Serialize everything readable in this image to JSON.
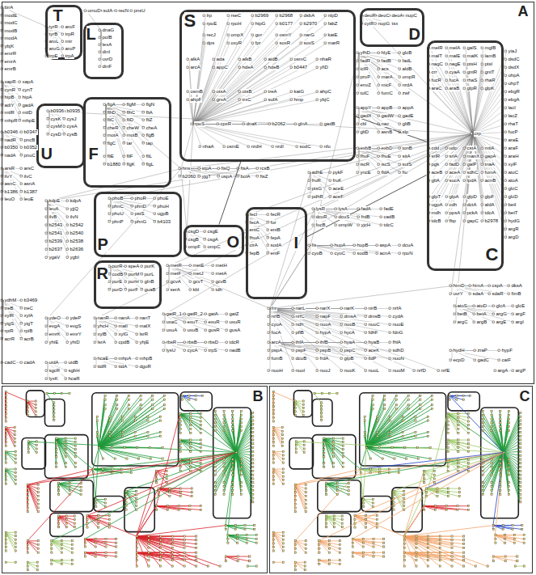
{
  "diagram": {
    "nodes": [
      {
        "text": [
          "A"
        ]
      },
      {
        "text": [
          "T"
        ],
        "in": 0
      },
      {
        "text": [
          "L"
        ],
        "in": 0
      },
      {
        "text": [
          "S"
        ],
        "in": 0
      },
      {
        "text": [
          "D"
        ],
        "in": 0
      },
      {
        "text": [
          "C"
        ],
        "in": 0
      },
      {
        "text": [
          "U"
        ],
        "in": 0
      },
      {
        "text": [
          "F"
        ],
        "in": 0
      },
      {
        "text": [
          "P"
        ],
        "in": 0
      },
      {
        "text": [
          "O"
        ],
        "in": 0
      },
      {
        "text": [
          "I"
        ],
        "in": 0
      },
      {
        "text": [
          "R"
        ],
        "in": 0
      },
      {
        "text": [
          "B"
        ]
      },
      {
        "text": [
          "C"
        ]
      }
    ],
    "edges": [
      {
        "from": 5,
        "to": 3,
        "arrow": "none"
      },
      {
        "from": 5,
        "to": 10,
        "arrow": "none"
      },
      {
        "from": 3,
        "to": 9,
        "arrow": "none"
      }
    ],
    "labels": [
      "birA",
      "modE",
      "modC",
      "modB",
      "modA",
      "ybjK",
      "emrR",
      "emrA",
      "emrB",
      "xapR",
      "xapA",
      "cynR",
      "cynT",
      "hipB",
      "hipA",
      "adiY",
      "gadA",
      "mtlR",
      "mtlD",
      "mhpR",
      "mhpE",
      "b0346",
      "b0347",
      "nadR",
      "pncB",
      "b0350",
      "b0352",
      "nadA",
      "pnuC",
      "arsR",
      "arsC",
      "ilvY",
      "ilvC",
      "asnC",
      "asnA",
      "b1386",
      "b1387",
      "leuO",
      "leuE",
      "ydhM",
      "b3469",
      "treB",
      "treC",
      "xylR",
      "xylA",
      "yigS",
      "yigT",
      "rpiR",
      "rpiB",
      "acrR",
      "acrB",
      "cadC",
      "cadA",
      "umuD",
      "sulA",
      "recN",
      "pnsU",
      "tyrR",
      "aroF",
      "tyrB",
      "trpR",
      "aroL",
      "mtr",
      "aroG",
      "aroP",
      "trpE",
      "trpA",
      "dnaG",
      "polB",
      "lexA",
      "dinI",
      "uvrD",
      "dinF",
      "b0936",
      "b0935",
      "cysK",
      "cysJ",
      "cysM",
      "cysA",
      "cysD",
      "cysB",
      "flgA",
      "flgM",
      "flgN",
      "flhD",
      "flhC",
      "fliA",
      "fliC",
      "fliD",
      "fliZ",
      "cheR",
      "cheW",
      "cheA",
      "motA",
      "motB",
      "flgB",
      "flgC",
      "tar",
      "tap",
      "fliE",
      "fliF",
      "fliL",
      "b1880",
      "flgK",
      "flgL",
      "lrp",
      "rseC",
      "b2969",
      "b2968",
      "dsbA",
      "nlpD",
      "rpoE",
      "rpoH",
      "htpG",
      "b0177",
      "b2970",
      "fabZ",
      "recJ",
      "ompX",
      "gor",
      "osmY",
      "narG",
      "katE",
      "dps",
      "oxyR",
      "fpr",
      "soxR",
      "soxS",
      "marR",
      "alkA",
      "ada",
      "alkB",
      "aidB",
      "osmC",
      "nhaR",
      "arcA",
      "appC",
      "hdeA",
      "hdeB",
      "b0447",
      "yfiD",
      "osmB",
      "otsA",
      "otsB",
      "treA",
      "katG",
      "ahpC",
      "ahpF",
      "grxA",
      "trxC",
      "sufA",
      "hmp",
      "ybjC",
      "rpoS",
      "cpxR",
      "dnaK",
      "b2062",
      "glnA",
      "gadB",
      "nhaA",
      "osmE",
      "nrdH",
      "nrdI",
      "sodC",
      "nfo",
      "deoR",
      "deoC",
      "deoA",
      "nupC",
      "cytR",
      "nupG",
      "tsx",
      "melR",
      "melA",
      "galS",
      "mglB",
      "malT",
      "malE",
      "malK",
      "lamB",
      "nagC",
      "nagE",
      "ptsH",
      "ptsI",
      "crr",
      "cyaA",
      "gntR",
      "gntT",
      "fucR",
      "fucA",
      "rhaS",
      "rhaR",
      "araC",
      "araB",
      "glpR",
      "glpK",
      "cdd",
      "udp",
      "cstA",
      "mtlA",
      "srlR",
      "srlA",
      "manX",
      "gapA",
      "pgk",
      "fadD",
      "galP",
      "tnaA",
      "aceB",
      "aceA",
      "sdhC",
      "fumA",
      "gltA",
      "sucA",
      "lpdA",
      "acnB",
      "crp",
      "glpT",
      "glpA",
      "glpD",
      "glpF",
      "ugpA",
      "cdh",
      "dctA",
      "aldA",
      "mdh",
      "ppsA",
      "pckA",
      "tdcA",
      "tdcB",
      "fbp",
      "gapC",
      "b2978",
      "yiaJ",
      "dsdC",
      "dsdX",
      "uhpA",
      "uhpT",
      "ebgR",
      "ebgA",
      "lacI",
      "lacZ",
      "rhaT",
      "fucP",
      "araE",
      "araF",
      "araH",
      "xylF",
      "atoC",
      "atoA",
      "glcC",
      "glcD",
      "betI",
      "betT",
      "hydG",
      "argR",
      "argD",
      "himD",
      "himA",
      "cspA",
      "dksA",
      "uvrY",
      "sdaA",
      "sdaR",
      "fimB",
      "phoB",
      "phoR",
      "phoE",
      "phnC",
      "phnD",
      "phoH",
      "phoU",
      "pstS",
      "ugpB",
      "phnP",
      "phnG",
      "b4103",
      "csgD",
      "csgE",
      "csgB",
      "csgA",
      "ompF",
      "ompC",
      "fecI",
      "fecR",
      "fecA",
      "fur",
      "entC",
      "entB",
      "fhuA",
      "fepA",
      "cirA",
      "sodA",
      "fepB",
      "entF",
      "purR",
      "speA",
      "purK",
      "codB",
      "purM",
      "purL",
      "purE",
      "purH",
      "glnB",
      "purD",
      "purF",
      "guaB",
      "hns",
      "stpA",
      "ftsQ",
      "ftsA",
      "rcsB",
      "b2060",
      "yjgT",
      "uspA",
      "bolA",
      "ftsZ",
      "adhE",
      "pykF",
      "fruR",
      "fruK",
      "ptsG",
      "aceE",
      "pdhR",
      "aceF",
      "metR",
      "metE",
      "metH",
      "metF",
      "metJ",
      "metA",
      "gcvA",
      "gcvT",
      "gcvB",
      "serA",
      "kbl",
      "tdh",
      "gatR_1",
      "gatR_2",
      "gatA",
      "gatZ",
      "uxaC",
      "exuT",
      "exuR",
      "uxuR",
      "uxuA",
      "uxuB",
      "gusR",
      "gusA",
      "rbsR",
      "rbsB",
      "rbsD",
      "tdcR",
      "lysU",
      "cycA",
      "trpS",
      "nadB",
      "fnr",
      "narL",
      "narX",
      "narK",
      "nirB",
      "nrfA",
      "nrfB",
      "nrfC",
      "napF",
      "dmsA",
      "dmsB",
      "cydA",
      "cyoA",
      "ndh",
      "nuoA",
      "nuoB",
      "nuoC",
      "nuoE",
      "focA",
      "pflB",
      "hypA",
      "hycA",
      "fdhF",
      "fdnG",
      "arcA",
      "ihfA",
      "ihfB",
      "hyaA",
      "hyaB",
      "fhlA",
      "pspA",
      "pspF",
      "pspB",
      "pspC",
      "aceK",
      "sdhD",
      "fumB",
      "dcuB",
      "frdA",
      "glpB",
      "lldP",
      "nuoN",
      "nuoH",
      "nuoI",
      "nuoJ",
      "nuoK",
      "nuoL",
      "nuoM",
      "nrfD",
      "nrfE",
      "fis",
      "hupA",
      "hupB",
      "aspA",
      "dcuA",
      "cyoB",
      "cyoC",
      "sodB",
      "acnA",
      "rpoN",
      "yfhD",
      "hlyE",
      "glcB",
      "fadR",
      "fadB",
      "fadL",
      "iclR",
      "acs",
      "aldB",
      "proP",
      "marA",
      "ompR",
      "envZ",
      "micF",
      "nrdA",
      "tolC",
      "fumC",
      "zwf",
      "appY",
      "appB",
      "appA",
      "gadX",
      "gadW",
      "gadE",
      "cbl",
      "nac",
      "gltB",
      "gltD",
      "asnB",
      "slp",
      "exbB",
      "exbD",
      "tonB",
      "fhuF",
      "fhuE",
      "sitA",
      "iscR",
      "iscS",
      "sufS",
      "yncE",
      "fldA",
      "fiu",
      "atoS",
      "atoD",
      "glcA",
      "glcE",
      "betB",
      "betA",
      "argG",
      "argF",
      "argC",
      "argB",
      "argE",
      "argI",
      "hydH",
      "zraP",
      "hypF",
      "ecpD",
      "gadC",
      "caiF",
      "argA",
      "argP",
      "kdpE",
      "kdpA",
      "leuA",
      "yjjQ",
      "ilvB",
      "ilvN",
      "b2543",
      "b2542",
      "b2541",
      "b2540",
      "b2539",
      "b2538",
      "b2637",
      "b2636",
      "ygaV",
      "ygbI",
      "ydeO",
      "ydeP",
      "evgA",
      "evgS",
      "emrK",
      "emrY",
      "yhiE",
      "yhiD",
      "uidA",
      "uidB",
      "sgcR",
      "sgbH",
      "lyxK",
      "hcaR",
      "nanR",
      "nanA",
      "nanT",
      "yhcH",
      "malI",
      "malX",
      "xylB",
      "xylG",
      "lsrR",
      "lsrA",
      "cpdB",
      "yhjE",
      "hcaE",
      "mhpA",
      "mhpB",
      "ttdR",
      "ttdA",
      "dgoR",
      "lysR",
      "lysA",
      "fadA",
      "fadE",
      "dcuR",
      "dcuS",
      "frdB",
      "cadB",
      "focB",
      "ompW",
      "yjcH",
      "tdcC"
    ]
  }
}
